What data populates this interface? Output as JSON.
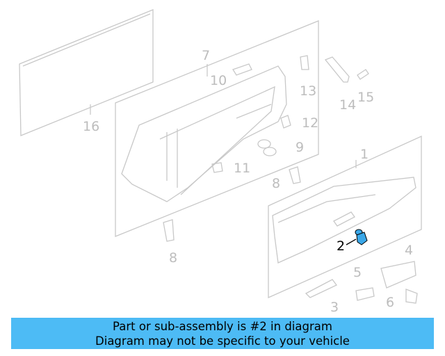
{
  "diagram": {
    "callouts": [
      {
        "id": "1",
        "label": "1"
      },
      {
        "id": "2",
        "label": "2",
        "highlighted": true
      },
      {
        "id": "3",
        "label": "3"
      },
      {
        "id": "4",
        "label": "4"
      },
      {
        "id": "5",
        "label": "5"
      },
      {
        "id": "6",
        "label": "6"
      },
      {
        "id": "7",
        "label": "7"
      },
      {
        "id": "8a",
        "label": "8"
      },
      {
        "id": "8b",
        "label": "8"
      },
      {
        "id": "9",
        "label": "9"
      },
      {
        "id": "10",
        "label": "10"
      },
      {
        "id": "11",
        "label": "11"
      },
      {
        "id": "12",
        "label": "12"
      },
      {
        "id": "13",
        "label": "13"
      },
      {
        "id": "14",
        "label": "14"
      },
      {
        "id": "15",
        "label": "15"
      },
      {
        "id": "16",
        "label": "16"
      }
    ],
    "highlight_color": "#3aa7e8"
  },
  "banner": {
    "line1": "Part or sub-assembly is #2 in diagram",
    "line2": "Diagram may not be specific to your vehicle",
    "color": "#4dbbf5"
  }
}
